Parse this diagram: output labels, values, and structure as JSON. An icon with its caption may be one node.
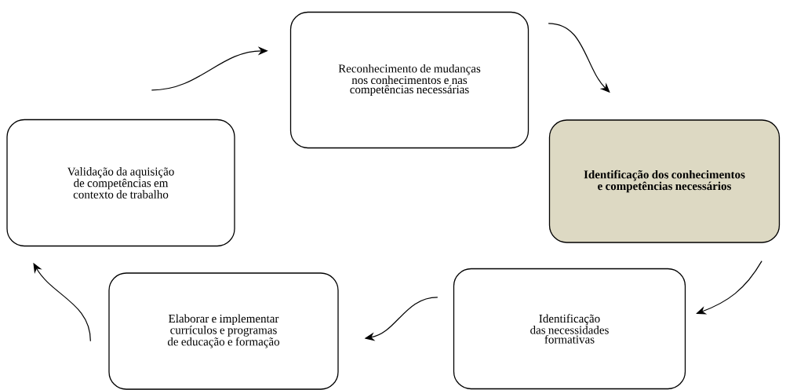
{
  "diagram": {
    "nodes": [
      {
        "text": [
          "Reconhecimento de mudanças nos conhecimentos e nas competências necessárias"
        ]
      },
      {
        "text": [
          "Identificação dos conhecimentos e competências necessários"
        ]
      },
      {
        "text": [
          "Identificação das necessidades formativas"
        ]
      },
      {
        "text": [
          "Elaborar e implementar currículos e programas de educação e formação"
        ]
      },
      {
        "text": [
          "Validação da aquisição de competências em contexto de trabalho"
        ]
      }
    ],
    "edges": [
      {
        "from": 0,
        "to": 1,
        "arrow": "to"
      },
      {
        "from": 1,
        "to": 2,
        "arrow": "to"
      },
      {
        "from": 2,
        "to": 3,
        "arrow": "to"
      },
      {
        "from": 3,
        "to": 4,
        "arrow": "to"
      },
      {
        "from": 4,
        "to": 0,
        "arrow": "to"
      }
    ]
  }
}
